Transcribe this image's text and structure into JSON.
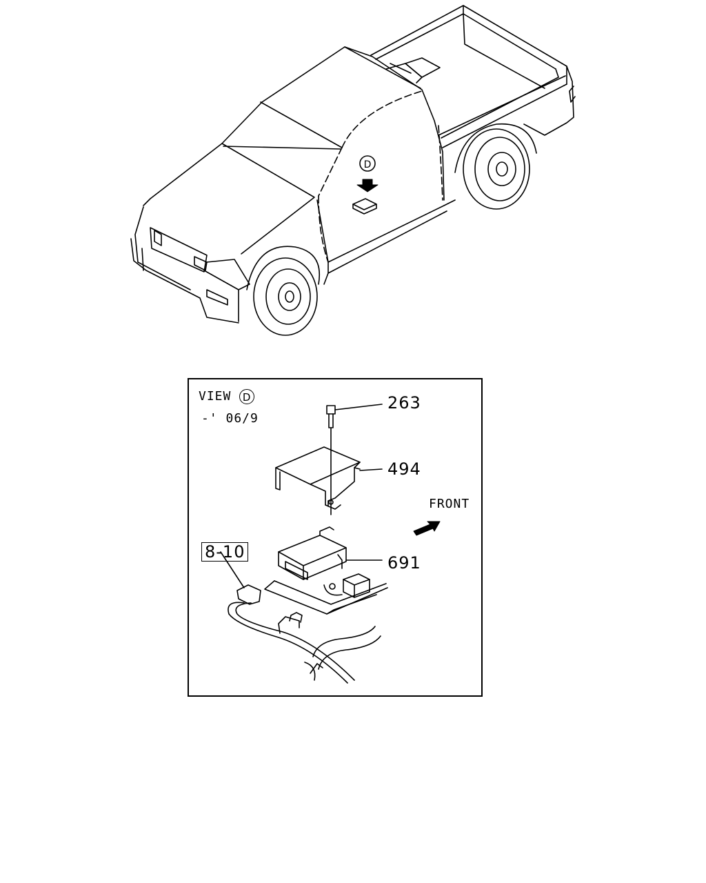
{
  "overview": {
    "view_marker": "D"
  },
  "detail": {
    "view_label": "VIEW",
    "view_marker": "D",
    "date_range": "-' 06/9",
    "front_label": "FRONT",
    "ref_box": "8-10",
    "callouts": [
      {
        "number": "263"
      },
      {
        "number": "494"
      },
      {
        "number": "691"
      }
    ]
  }
}
